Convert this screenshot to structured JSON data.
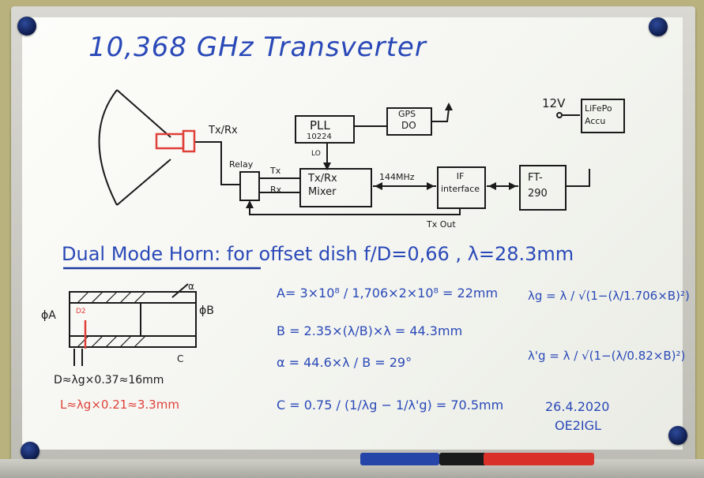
{
  "title": "10,368 GHz Transverter",
  "diagram": {
    "txrx": "Tx/Rx",
    "relay": "Relay",
    "tx": "Tx",
    "rx": "Rx",
    "pll": "PLL",
    "pll_freq": "10224",
    "lo": "LO",
    "gps": "GPS",
    "do": "DO",
    "mixer": "Tx/Rx\nMixer",
    "if_freq": "144MHz",
    "if_box": "IF\ninterface",
    "ft": "FT-\n290",
    "tx_out": "Tx Out",
    "volt": "12V",
    "battery": "LiFePo\nAccu"
  },
  "horn": {
    "heading": "Dual Mode Horn: for offset dish f/D=0,66 , λ=28.3mm",
    "phiA": "ϕA",
    "phiB": "ϕB",
    "label_alpha": "α",
    "label_c": "C",
    "label_d_small": "D2",
    "formula_d": "D≈λg×0.37≈16mm",
    "formula_l": "L≈λg×0.21≈3.3mm",
    "formula_a": "A= 3×10⁸ / 1,706×2×10⁸ = 22mm",
    "formula_b": "B = 2.35×(λ/B)×λ = 44.3mm",
    "formula_alpha": "α = 44.6×λ / B = 29°",
    "formula_c": "C = 0.75 / (1/λg − 1/λ'g) = 70.5mm",
    "lambda_g": "λg = λ / √(1−(λ/1.706×B)²)",
    "lambda_g2": "λ'g = λ / √(1−(λ/0.82×B)²)",
    "date": "26.4.2020",
    "callsign": "OE2IGL"
  }
}
